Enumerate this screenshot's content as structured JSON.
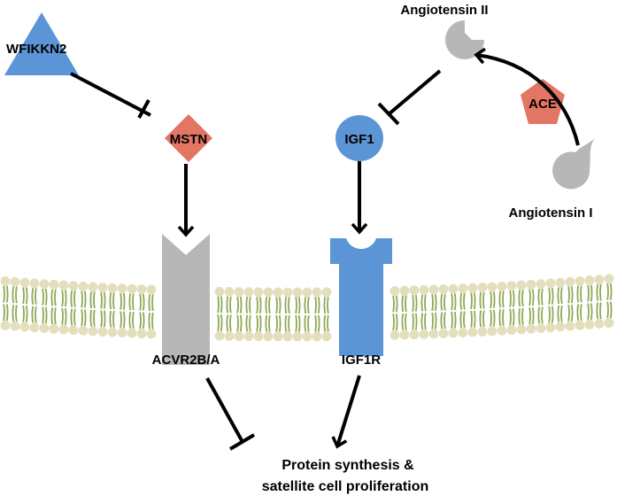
{
  "nodes": {
    "wfikkn2": "WFIKKN2",
    "mstn": "MSTN",
    "igf1": "IGF1",
    "ace": "ACE",
    "angiotensin_ii": "Angiotensin II",
    "angiotensin_i": "Angiotensin I",
    "acvr2b": "ACVR2B/A",
    "igf1r": "IGF1R"
  },
  "outcome": {
    "line1": "Protein synthesis &",
    "line2": "satellite cell proliferation"
  },
  "colors": {
    "blue": "#5b95d6",
    "red": "#e27564",
    "gray": "#b7b7b7",
    "membrane_head": "#e3dfbc",
    "membrane_tail": "#8fa955",
    "line": "#000000"
  }
}
